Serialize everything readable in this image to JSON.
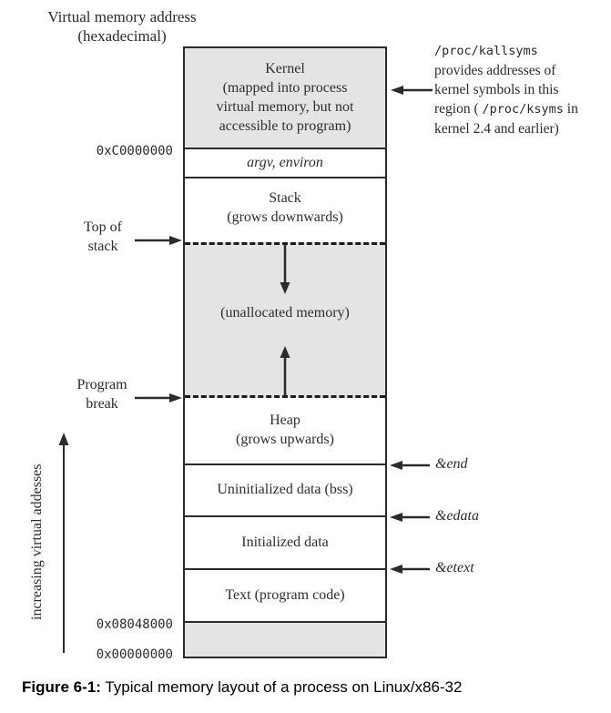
{
  "title": {
    "line1": "Virtual memory address",
    "line2": "(hexadecimal)"
  },
  "memory_box": {
    "kernel": {
      "line1": "Kernel",
      "line2": "(mapped into process",
      "line3": "virtual memory, but not",
      "line4": "accessible to program)"
    },
    "argv_environ": "argv, environ",
    "stack": {
      "line1": "Stack",
      "line2": "(grows downwards)"
    },
    "unallocated": "(unallocated memory)",
    "heap": {
      "line1": "Heap",
      "line2": "(grows upwards)"
    },
    "bss": "Uninitialized data (bss)",
    "initialized_data": "Initialized data",
    "text_segment": "Text (program code)"
  },
  "addresses": {
    "kernel_boundary": "0xC0000000",
    "text_start": "0x08048000",
    "zero": "0x00000000"
  },
  "left_annotations": {
    "top_of_stack": {
      "line1": "Top of",
      "line2": "stack"
    },
    "program_break": {
      "line1": "Program",
      "line2": "break"
    },
    "axis_label": "increasing virtual addesses"
  },
  "right_annotations": {
    "kallsyms_note": {
      "line1": "/proc/kallsyms",
      "line2": "provides addresses of",
      "line3": "kernel symbols in this",
      "line4_pre": "region ( ",
      "line4_mono": "/proc/ksyms",
      "line4_post": " in",
      "line5": "kernel 2.4 and earlier)"
    },
    "end_symbol": "&end",
    "edata_symbol": "&edata",
    "etext_symbol": "&etext"
  },
  "caption": {
    "prefix": "Figure 6-1:",
    "text": "Typical memory layout of a process on Linux/x86-32"
  },
  "colors": {
    "shaded": "#e4e4e4",
    "line": "#2b2b2b"
  }
}
